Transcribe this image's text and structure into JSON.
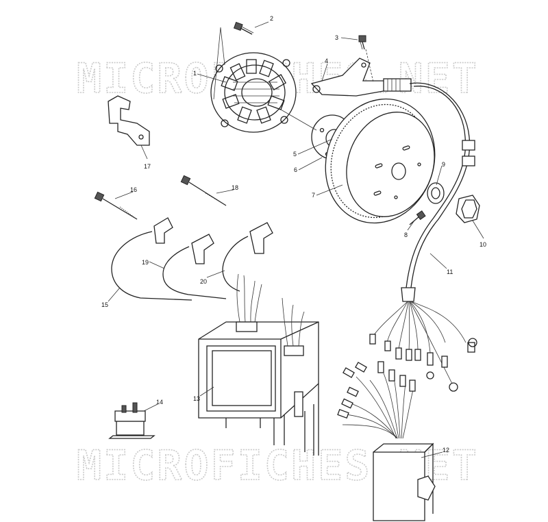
{
  "watermark": "MICROFICHES.NET",
  "parts": [
    {
      "id": "1"
    },
    {
      "id": "2"
    },
    {
      "id": "3"
    },
    {
      "id": "4"
    },
    {
      "id": "5"
    },
    {
      "id": "6"
    },
    {
      "id": "7"
    },
    {
      "id": "8"
    },
    {
      "id": "9"
    },
    {
      "id": "10"
    },
    {
      "id": "11"
    },
    {
      "id": "12"
    },
    {
      "id": "13"
    },
    {
      "id": "14"
    },
    {
      "id": "15"
    },
    {
      "id": "16"
    },
    {
      "id": "17"
    },
    {
      "id": "18"
    },
    {
      "id": "19"
    },
    {
      "id": "20"
    }
  ],
  "colors": {
    "line": "#222222",
    "watermark": "#c9c9c9",
    "background": "#ffffff"
  }
}
